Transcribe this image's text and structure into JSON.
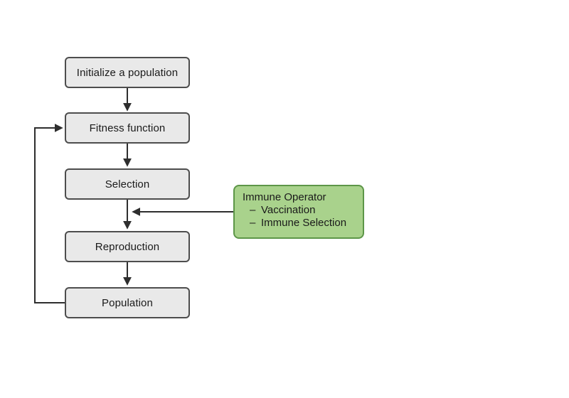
{
  "diagram": {
    "nodes": [
      {
        "id": "init",
        "label": "Initialize a population"
      },
      {
        "id": "fitness",
        "label": "Fitness function"
      },
      {
        "id": "selection",
        "label": "Selection"
      },
      {
        "id": "reproduction",
        "label": "Reproduction"
      },
      {
        "id": "population",
        "label": "Population"
      }
    ],
    "immune_operator": {
      "title": "Immune Operator",
      "items": [
        {
          "bullet": "–",
          "label": "Vaccination"
        },
        {
          "bullet": "–",
          "label": "Immune Selection"
        }
      ]
    },
    "flow": [
      "Initialize a population -> Fitness function",
      "Fitness function -> Selection",
      "Selection -> Reproduction",
      "Reproduction -> Population",
      "Population -> Fitness function (feedback loop)",
      "Immune Operator -> (Selection -> Reproduction edge)"
    ]
  },
  "colors": {
    "background": "#ffffff",
    "node_fill": "#e9e9e9",
    "node_border": "#4d4d4d",
    "immune_fill": "#a9d28c",
    "immune_border": "#5d9648",
    "arrow": "#2e2e2e",
    "text": "#1a1a1a"
  }
}
